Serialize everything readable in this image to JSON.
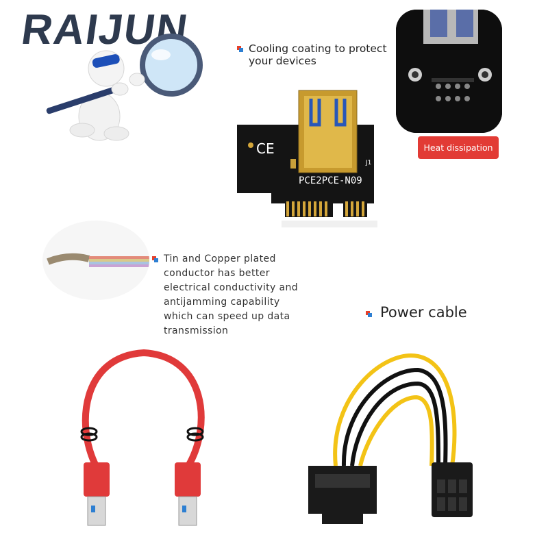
{
  "brand": {
    "name": "RAIJUN"
  },
  "features": {
    "cooling": {
      "line1": "Cooling coating to protect",
      "line2": "your devices"
    },
    "heat": {
      "label": "Heat dissipation"
    },
    "conductor": {
      "lines": [
        "Tin and Copper plated",
        "conductor has better",
        "electrical conductivity and",
        "antijamming capability",
        "which can speed up data",
        "transmission"
      ]
    },
    "power": {
      "label": "Power cable"
    }
  },
  "board": {
    "model": "PCE2PCE-N09",
    "ref": "J1",
    "cert": "CE"
  },
  "colors": {
    "accent_red": "#e23b35",
    "bullet_red": "#e6402a",
    "bullet_blue": "#2d7fd2",
    "brand_navy": "#2e3a4e",
    "cable_red": "#e03a3a",
    "gold": "#d4a63a"
  }
}
